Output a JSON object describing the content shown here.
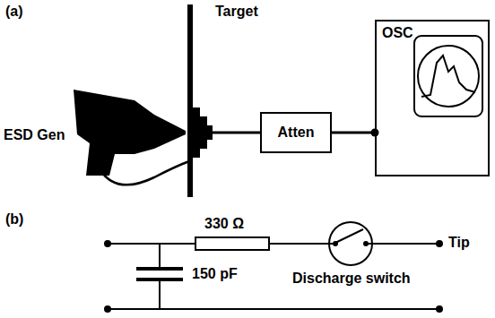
{
  "diagram": {
    "nodes": [
      {
        "text": [
          "Atten"
        ]
      },
      {
        "text": [
          "OSC"
        ]
      }
    ],
    "edges": [
      {
        "from": 0,
        "to": 1,
        "arrow": "none"
      }
    ],
    "labels": [
      "(a)",
      "ESD Gen",
      "Target",
      "(b)",
      "330 Ω",
      "150 pF",
      "Discharge switch",
      "Tip"
    ]
  }
}
